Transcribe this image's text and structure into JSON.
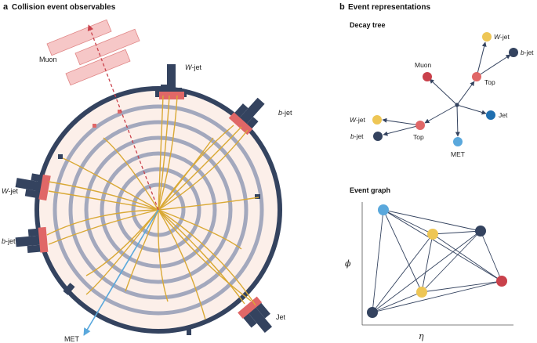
{
  "panel_a": {
    "letter": "a",
    "title": "Collision event observables",
    "labels": {
      "muon": "Muon",
      "wjet_top_ital": "W",
      "wjet_top_rest": "-jet",
      "bjet_right_ital": "b",
      "bjet_right_rest": "-jet",
      "wjet_left_ital": "W",
      "wjet_left_rest": "-jet",
      "bjet_left_ital": "b",
      "bjet_left_rest": "-jet",
      "jet": "Jet",
      "met": "MET"
    }
  },
  "panel_b": {
    "letter": "b",
    "title": "Event representations",
    "decay_tree": {
      "title": "Decay tree",
      "labels": {
        "muon": "Muon",
        "top_upper": "Top",
        "top_lower": "Top",
        "wjet_upper_ital": "W",
        "wjet_upper_rest": "-jet",
        "bjet_upper_ital": "b",
        "bjet_upper_rest": "-jet",
        "jet": "Jet",
        "met": "MET",
        "wjet_lower_ital": "W",
        "wjet_lower_rest": "-jet",
        "bjet_lower_ital": "b",
        "bjet_lower_rest": "-jet"
      }
    },
    "event_graph": {
      "title": "Event graph",
      "y_axis": "ϕ",
      "x_axis": "η"
    }
  },
  "colors": {
    "navy": "#34435f",
    "salmon": "#e06767",
    "gold": "#d9a935",
    "cream": "#fcefe9",
    "ring": "#a3a8bd",
    "light_blue": "#5aa8dc",
    "jet_blue": "#1f6fb0",
    "red": "#c9414b",
    "yellow": "#eec655"
  }
}
